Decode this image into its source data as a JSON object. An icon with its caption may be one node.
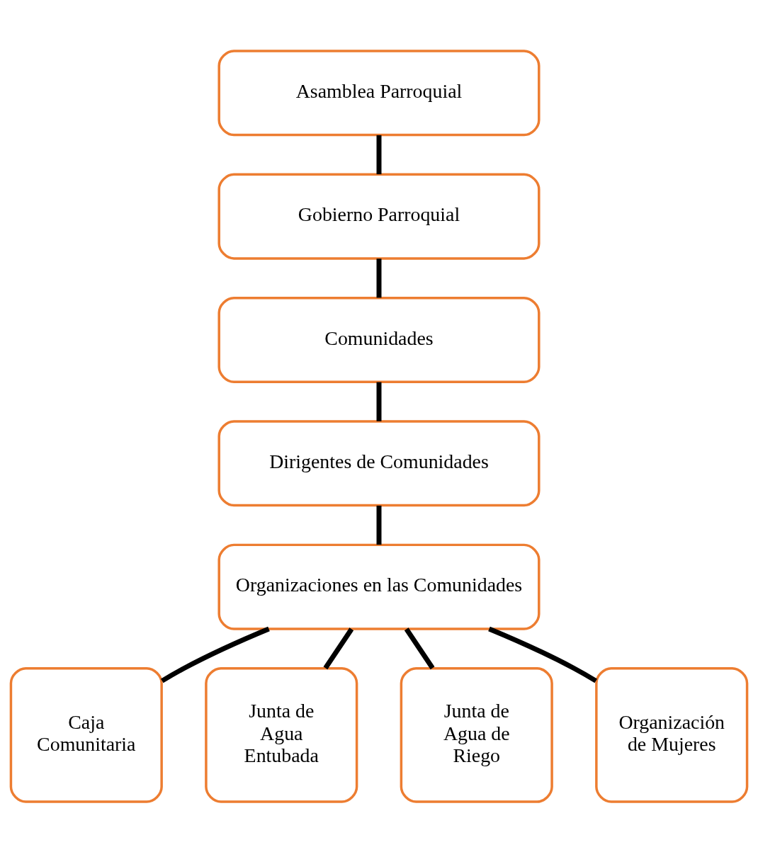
{
  "diagram": {
    "nodes": [
      {
        "text": [
          "Asamblea Parroquial"
        ]
      },
      {
        "text": [
          "Gobierno Parroquial"
        ]
      },
      {
        "text": [
          "Comunidades"
        ]
      },
      {
        "text": [
          "Dirigentes de Comunidades"
        ]
      },
      {
        "text": [
          "Organizaciones en las Comunidades"
        ]
      },
      {
        "text": [
          "Caja Comunitaria"
        ]
      },
      {
        "text": [
          "Junta de Agua Entubada"
        ]
      },
      {
        "text": [
          "Junta de Agua de Riego"
        ]
      },
      {
        "text": [
          "Organización de Mujeres"
        ]
      }
    ],
    "edges": [
      {
        "from": 0,
        "to": 1,
        "arrow": "none"
      },
      {
        "from": 1,
        "to": 2,
        "arrow": "none"
      },
      {
        "from": 2,
        "to": 3,
        "arrow": "none"
      },
      {
        "from": 3,
        "to": 4,
        "arrow": "none"
      },
      {
        "from": 4,
        "to": 5,
        "arrow": "none"
      },
      {
        "from": 4,
        "to": 6,
        "arrow": "none"
      },
      {
        "from": 4,
        "to": 7,
        "arrow": "none"
      },
      {
        "from": 4,
        "to": 8,
        "arrow": "none"
      }
    ]
  }
}
